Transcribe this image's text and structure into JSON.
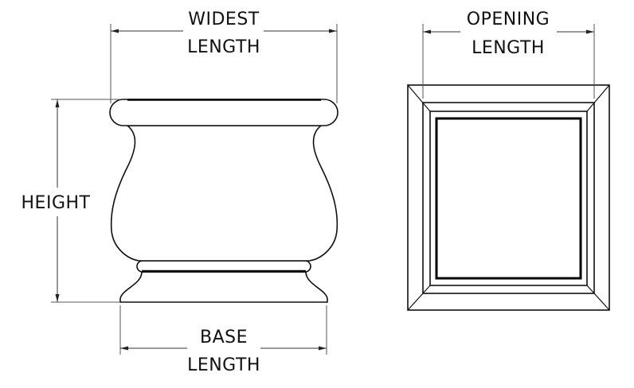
{
  "vase": {
    "widest_label": [
      "WIDEST",
      "LENGTH"
    ],
    "height_label": "HEIGHT",
    "base_label": [
      "BASE",
      "LENGTH"
    ]
  },
  "opening": {
    "label": [
      "OPENING",
      "LENGTH"
    ]
  }
}
